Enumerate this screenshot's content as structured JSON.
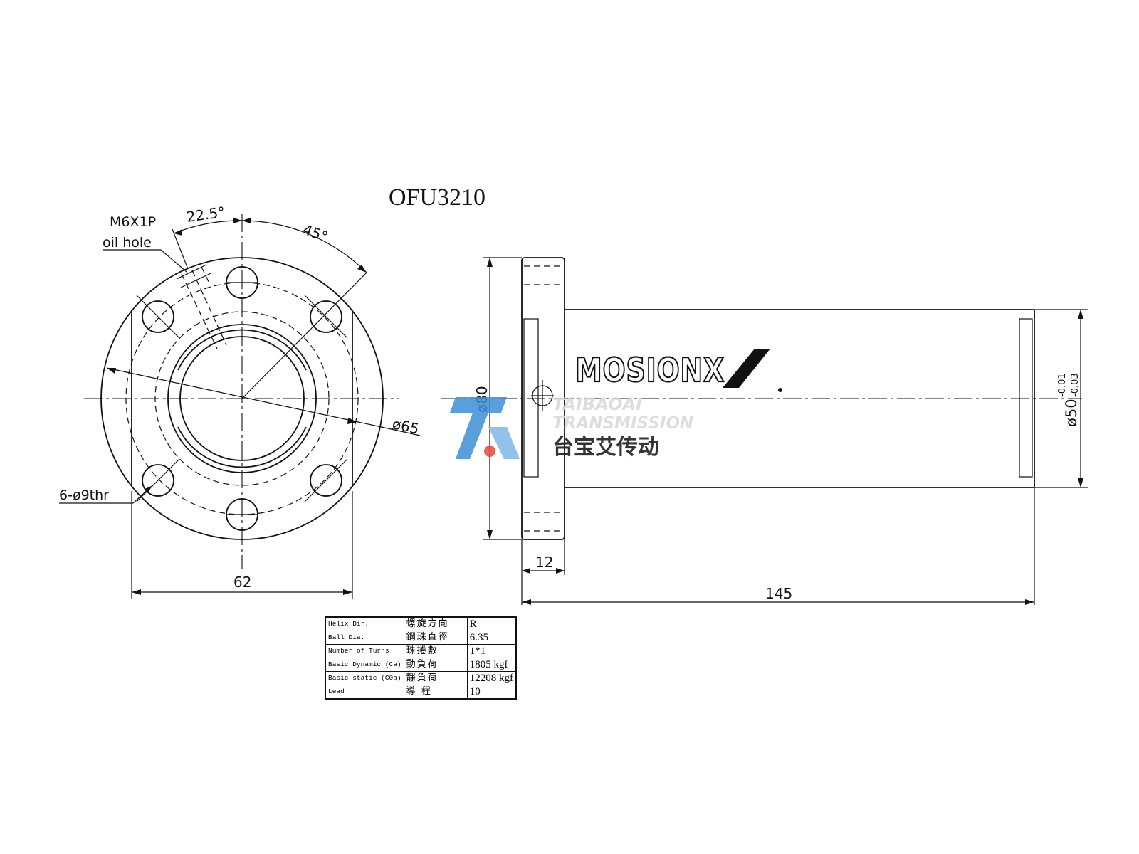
{
  "title": "OFU3210",
  "front_view": {
    "oil_hole_thread": "M6X1P",
    "oil_hole_label": "oil hole",
    "angle_small": "22.5°",
    "angle_large": "45°",
    "pcd": "ø65",
    "bolt_holes": "6-ø9thr",
    "width_dim": "62"
  },
  "side_view": {
    "flange_dia": "ø80",
    "flange_thickness": "12",
    "overall_length": "145",
    "body_dia": "ø50",
    "body_tol_upper": "-0.01",
    "body_tol_lower": "-0.03"
  },
  "logo": {
    "text": "MOSIONX"
  },
  "watermark": {
    "line1": "TAIBAOAI",
    "line2": "TRANSMISSION",
    "line3": "台宝艾传动",
    "color": "#3b8fd6"
  },
  "spec_table": {
    "rows": [
      {
        "en": "Helix Dir.",
        "zh": "螺旋方向",
        "val": "R"
      },
      {
        "en": "Ball Dia.",
        "zh": "鋼珠直徑",
        "val": "6.35"
      },
      {
        "en": "Number of Turns",
        "zh": "珠捲數",
        "val": "1*1"
      },
      {
        "en": "Basic Dynamic (Ca)",
        "zh": "動負荷",
        "val": "1805 kgf"
      },
      {
        "en": "Basic static (C0a)",
        "zh": "靜負荷",
        "val": "12208 kgf"
      },
      {
        "en": "Lead",
        "zh": "導 程",
        "val": "10"
      }
    ]
  }
}
